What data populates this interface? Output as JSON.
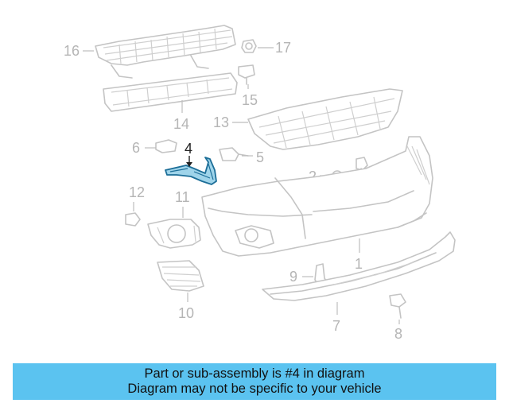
{
  "callouts": {
    "c1": "1",
    "c2": "2",
    "c3": "3",
    "c4": "4",
    "c5": "5",
    "c6": "6",
    "c7": "7",
    "c8": "8",
    "c9": "9",
    "c10": "10",
    "c11": "11",
    "c12": "12",
    "c13": "13",
    "c14": "14",
    "c15": "15",
    "c16": "16",
    "c17": "17"
  },
  "highlighted_part": "4",
  "colors": {
    "highlight_fill": "#9fd4ea",
    "highlight_stroke": "#1c6e98",
    "notice_background": "#5bc3f0",
    "line_art": "#c4c4c4"
  },
  "notice": {
    "line1": "Part or sub-assembly is #4 in diagram",
    "line2": "Diagram may not be specific to your vehicle"
  }
}
